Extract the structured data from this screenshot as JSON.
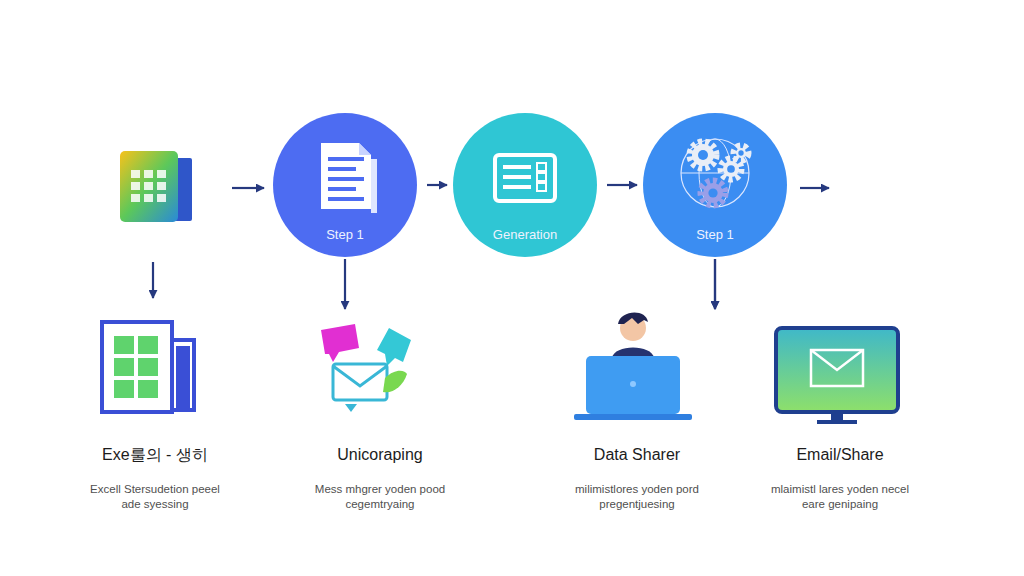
{
  "diagram": {
    "nodes": [
      {
        "text": [
          "Step 1"
        ]
      },
      {
        "text": [
          "Generation"
        ]
      },
      {
        "text": [
          "Step 1"
        ]
      },
      {
        "text": [
          "Exe룰의 - 생히",
          "Excell Stersudetion peeel ade syessing"
        ]
      },
      {
        "text": [
          "Unicoraping",
          "Mess mhgrer yoden pood cegemtryaing"
        ]
      },
      {
        "text": [
          "Data Sharer",
          "milimistlores yoden pord pregentjuesing"
        ]
      },
      {
        "text": [
          "Email/Share",
          "mlaimistl lares yoden necel eare genipaing"
        ]
      }
    ],
    "edges": [
      {
        "from": 0,
        "to": 1,
        "arrow": "to"
      },
      {
        "from": 1,
        "to": 2,
        "arrow": "to"
      },
      {
        "from": 0,
        "to": 4,
        "arrow": "to"
      },
      {
        "from": 2,
        "to": 5,
        "arrow": "to"
      },
      {
        "from": 2,
        "to": 6,
        "arrow": "to"
      }
    ]
  }
}
